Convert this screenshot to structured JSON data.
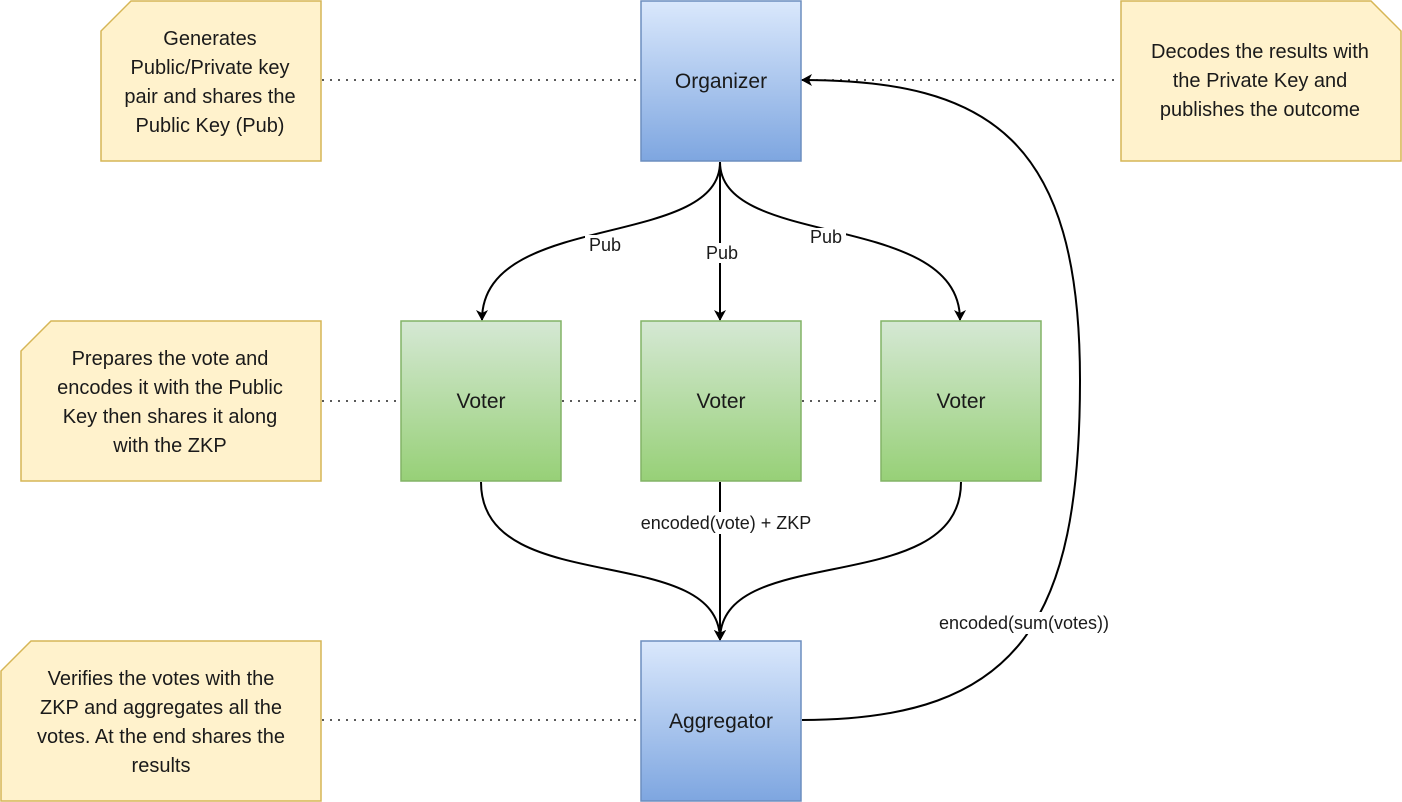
{
  "nodes": {
    "organizer": "Organizer",
    "voter_left": "Voter",
    "voter_center": "Voter",
    "voter_right": "Voter",
    "aggregator": "Aggregator"
  },
  "notes": {
    "organizer": [
      "Generates",
      "Public/Private key",
      "pair and shares the",
      "Public Key (Pub)"
    ],
    "results": [
      "Decodes the results with",
      "the Private Key and",
      "publishes the outcome"
    ],
    "voter": [
      "Prepares the vote and",
      "encodes it with the Public",
      "Key then shares it along",
      "with the ZKP"
    ],
    "aggregator": [
      "Verifies the votes with the",
      "ZKP and aggregates all the",
      "votes. At the end shares the",
      "results"
    ]
  },
  "edge_labels": {
    "pub_left": "Pub",
    "pub_center": "Pub",
    "pub_right": "Pub",
    "encoded_vote": "encoded(vote) + ZKP",
    "encoded_sum": "encoded(sum(votes))"
  },
  "colors": {
    "blue_top": "#dae8fc",
    "blue_bottom": "#7ea6e0",
    "blue_stroke": "#6c8ebf",
    "green_top": "#d5e8d4",
    "green_bottom": "#97d077",
    "green_stroke": "#82b366",
    "note_fill": "#fff2cc",
    "note_stroke": "#d6b656"
  }
}
